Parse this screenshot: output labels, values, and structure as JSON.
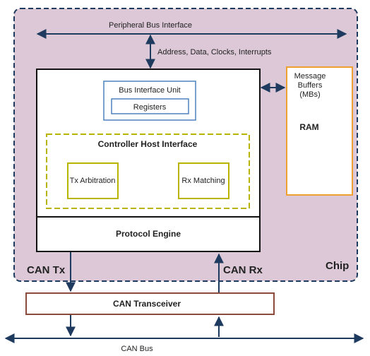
{
  "colors": {
    "chip_fill": "#dcc8d6",
    "chip_border": "#1e3a5f",
    "arrow": "#1e3a5f",
    "biu_border": "#4f81bd",
    "chi_border": "#b8b400",
    "ram_border": "#f0a030",
    "transceiver_border": "#8b4a3c",
    "block_border": "#111111"
  },
  "labels": {
    "peripheral_bus": "Peripheral Bus Interface",
    "addr_data": "Address, Data, Clocks, Interrupts",
    "biu": "Bus Interface Unit",
    "registers": "Registers",
    "chi": "Controller Host Interface",
    "tx_arbitration": "Tx Arbitration",
    "rx_matching": "Rx Matching",
    "protocol_engine": "Protocol Engine",
    "message_buffers_line1": "Message",
    "message_buffers_line2": "Buffers",
    "message_buffers_line3": "(MBs)",
    "ram": "RAM",
    "can_tx": "CAN Tx",
    "can_rx": "CAN Rx",
    "chip": "Chip",
    "can_transceiver": "CAN Transceiver",
    "can_bus": "CAN Bus"
  }
}
